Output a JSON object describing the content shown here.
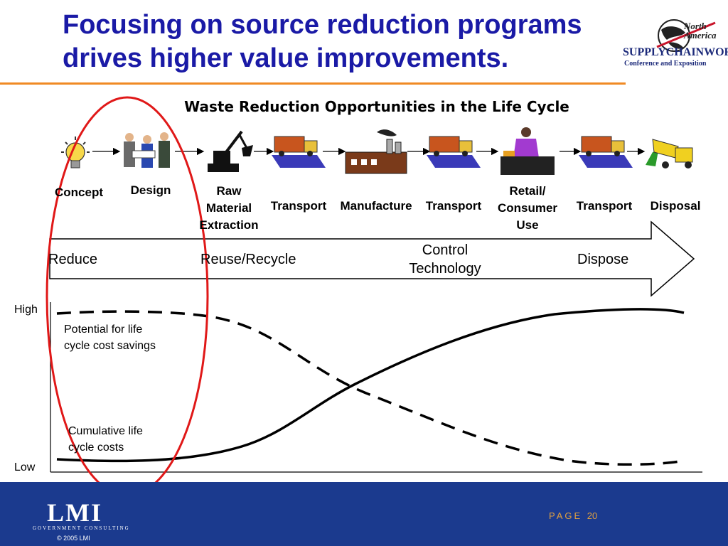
{
  "slide": {
    "title": "Focusing on source reduction programs drives higher value improvements.",
    "subtitle": "Waste Reduction Opportunities in the Life Cycle"
  },
  "logo": {
    "line1": "North",
    "line2": "America",
    "brand": "SUPPLYCHAINWORLD",
    "tagline": "Conference and Exposition"
  },
  "stages": {
    "concept": "Concept",
    "design": "Design",
    "raw_1": "Raw",
    "raw_2": "Material",
    "raw_3": "Extraction",
    "transport_1": "Transport",
    "manufacture": "Manufacture",
    "transport_2": "Transport",
    "retail_1": "Retail/",
    "retail_2": "Consumer",
    "retail_3": "Use",
    "transport_3": "Transport",
    "disposal": "Disposal"
  },
  "phases": {
    "reduce": "Reduce",
    "reuse": "Reuse/Recycle",
    "control_1": "Control",
    "control_2": "Technology",
    "dispose": "Dispose"
  },
  "curve_chart": {
    "y_high": "High",
    "y_low": "Low",
    "savings_1": "Potential for life",
    "savings_2": "cycle cost savings",
    "costs_1": "Cumulative life",
    "costs_2": "cycle costs"
  },
  "footer": {
    "lmi": "LMI",
    "government_consulting": "GOVERNMENT CONSULTING",
    "copyright": "© 2005 LMI",
    "page_label": "PAGE",
    "page_number": "20"
  },
  "colors": {
    "title": "#1a1aa6",
    "rule": "#f08a24",
    "highlight_oval": "#e01818",
    "footer": "#1b3a8e"
  },
  "icons": [
    "lightbulb-icon",
    "designers-icon",
    "excavator-icon",
    "truck-icon",
    "factory-icon",
    "truck-icon",
    "shopper-icon",
    "truck-icon",
    "dump-truck-icon"
  ]
}
